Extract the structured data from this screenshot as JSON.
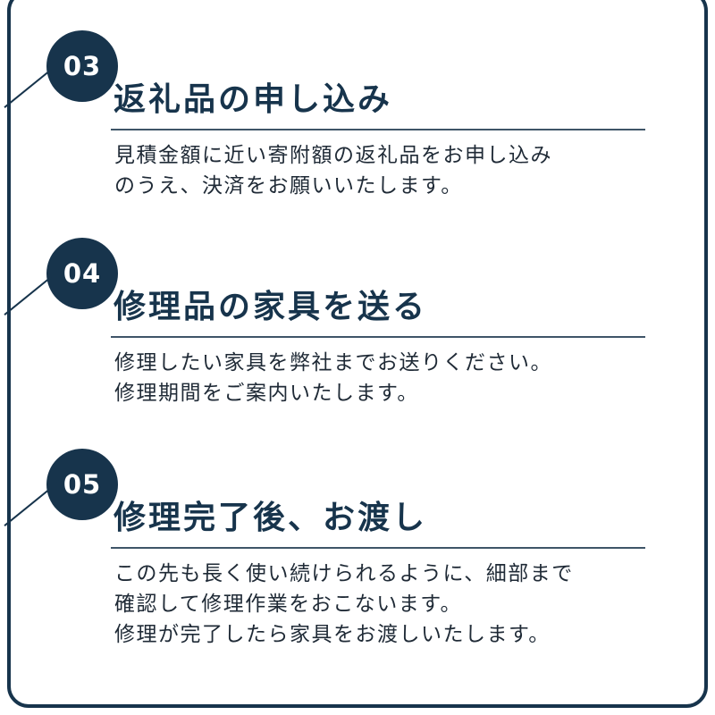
{
  "steps": [
    {
      "number": "03",
      "title": "返礼品の申し込み",
      "lines": [
        "見積金額に近い寄附額の返礼品をお申し込み",
        "のうえ、決済をお願いいたします。"
      ]
    },
    {
      "number": "04",
      "title": "修理品の家具を送る",
      "lines": [
        "修理したい家具を弊社までお送りください。",
        "修理期間をご案内いたします。"
      ]
    },
    {
      "number": "05",
      "title": "修理完了後、お渡し",
      "lines": [
        "この先も長く使い続けられるように、細部まで",
        "確認して修理作業をおこないます。",
        "修理が完了したら家具をお渡しいたします。"
      ]
    }
  ],
  "colors": {
    "navy": "#17344c",
    "text": "#1f2a36",
    "rule": "#3f5568"
  }
}
